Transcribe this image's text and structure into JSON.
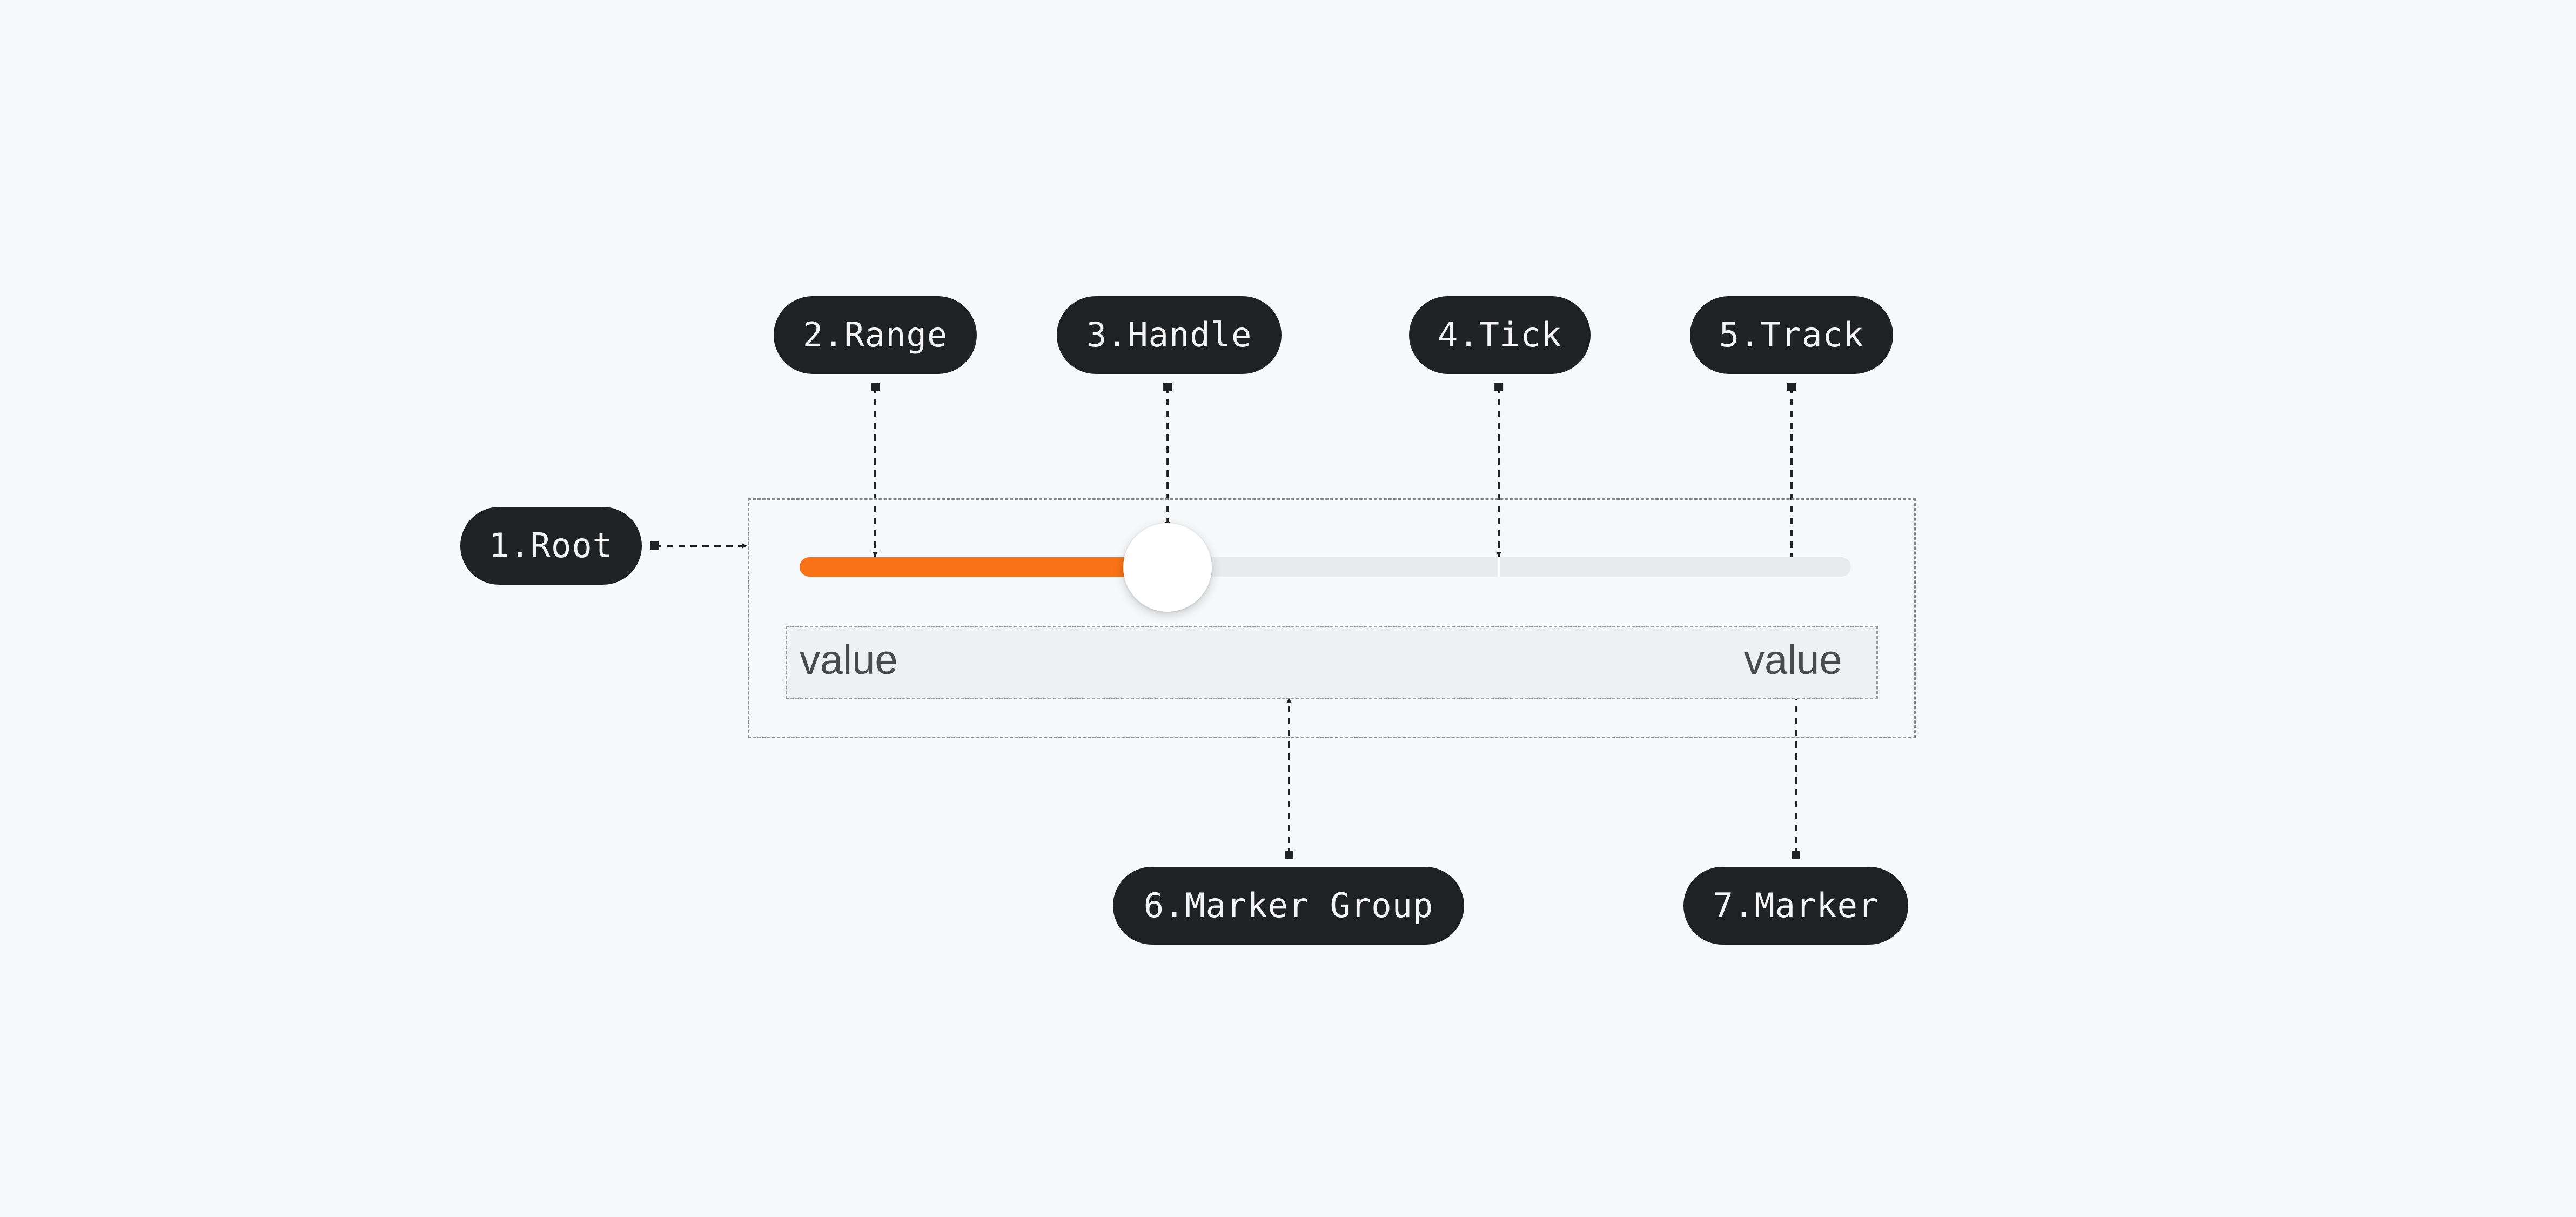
{
  "labels": {
    "root": "1.Root",
    "range": "2.Range",
    "handle": "3.Handle",
    "tick": "4.Tick",
    "track": "5.Track",
    "marker_group": "6.Marker Group",
    "marker": "7.Marker"
  },
  "slider": {
    "value_fraction": 0.35,
    "tick_fraction": 0.665,
    "markers": [
      "value",
      "value"
    ],
    "colors": {
      "range": "#f97316",
      "track": "#e9eaec",
      "handle": "#ffffff",
      "label_bg": "#202123",
      "label_text": "#f4f4f5",
      "background": "#f7f8fa"
    }
  }
}
